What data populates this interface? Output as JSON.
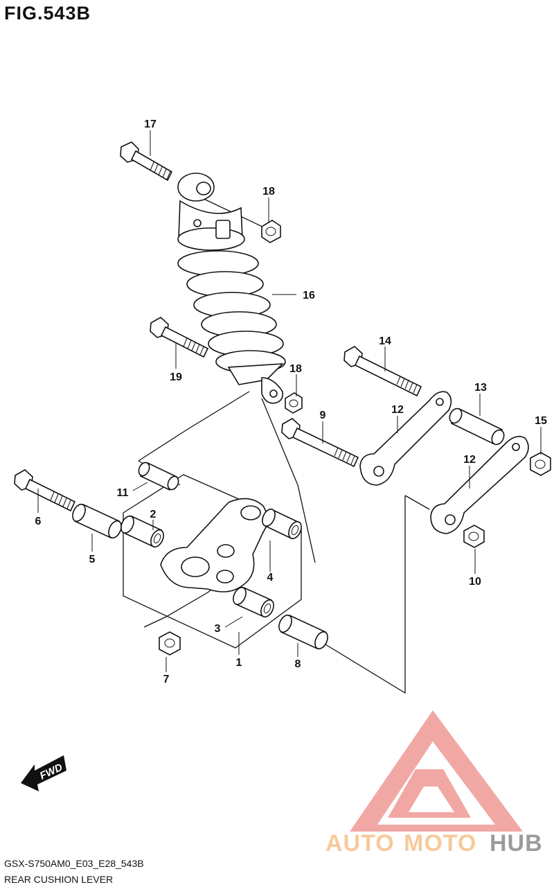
{
  "figure": {
    "title": "FIG.543B",
    "model_code": "GSX-S750AM0_E03_E28_543B",
    "caption": "REAR CUSHION LEVER"
  },
  "callouts": {
    "c1": "1",
    "c2": "2",
    "c3": "3",
    "c4": "4",
    "c5": "5",
    "c6": "6",
    "c7": "7",
    "c8": "8",
    "c9": "9",
    "c10": "10",
    "c11": "11",
    "c12a": "12",
    "c12b": "12",
    "c13": "13",
    "c14": "14",
    "c15": "15",
    "c16": "16",
    "c17": "17",
    "c18a": "18",
    "c18b": "18",
    "c19": "19"
  },
  "direction_arrow": {
    "label": "FWD"
  },
  "watermark": {
    "brand_a": "AUTO",
    "brand_b": "MOTO",
    "brand_c": "HUB",
    "colors": {
      "triangle": "#e8706a",
      "auto": "#f2a65a",
      "moto": "#f2a65a",
      "hub": "#5a5a5a"
    }
  }
}
